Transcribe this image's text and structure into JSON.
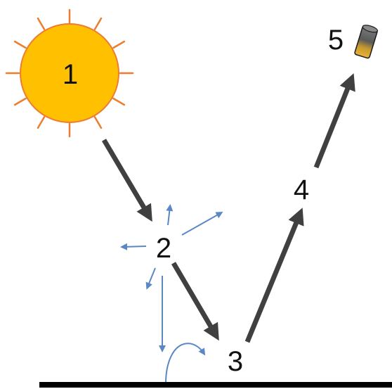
{
  "steps": [
    {
      "id": "sun",
      "label": "1"
    },
    {
      "id": "atmosphere",
      "label": "2"
    },
    {
      "id": "surface",
      "label": "3"
    },
    {
      "id": "reflected",
      "label": "4"
    },
    {
      "id": "sensor",
      "label": "5"
    }
  ],
  "icons": {
    "source": "sun-icon",
    "sensor": "satellite-sensor-icon",
    "ground": "ground-surface-line"
  },
  "colors": {
    "sun_fill": "#FFC000",
    "sun_outline": "#ED7D31",
    "sun_rays": "#ED7D31",
    "main_arrow": "#404040",
    "scatter_arrow": "#5B87C5",
    "ground": "#000000",
    "sensor_body": "#595959",
    "sensor_lens": "#E0A526"
  }
}
